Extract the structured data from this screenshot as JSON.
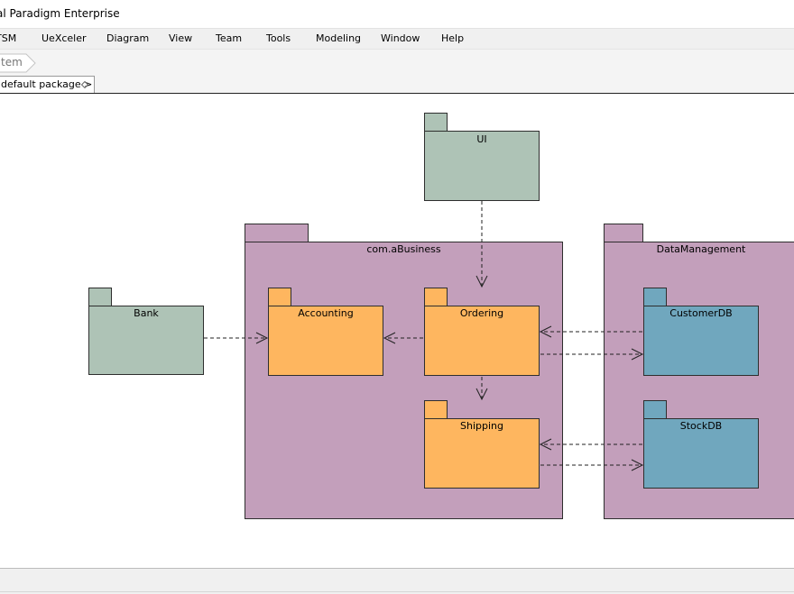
{
  "window": {
    "title": "al Paradigm Enterprise"
  },
  "menu": [
    "TSM",
    "UeXceler",
    "Diagram",
    "View",
    "Team",
    "Tools",
    "Modeling",
    "Window",
    "Help"
  ],
  "breadcrumb": {
    "label": "tem"
  },
  "diagram_tab": {
    "label": "default package >"
  },
  "colors": {
    "green": "#aec3b6",
    "pink": "#c39fbb",
    "orange": "#feb65f",
    "blue": "#70a7be"
  },
  "packages": {
    "ui": "UI",
    "bank": "Bank",
    "business": "com.aBusiness",
    "accounting": "Accounting",
    "ordering": "Ordering",
    "shipping": "Shipping",
    "data": "DataManagement",
    "customerdb": "CustomerDB",
    "stockdb": "StockDB"
  }
}
